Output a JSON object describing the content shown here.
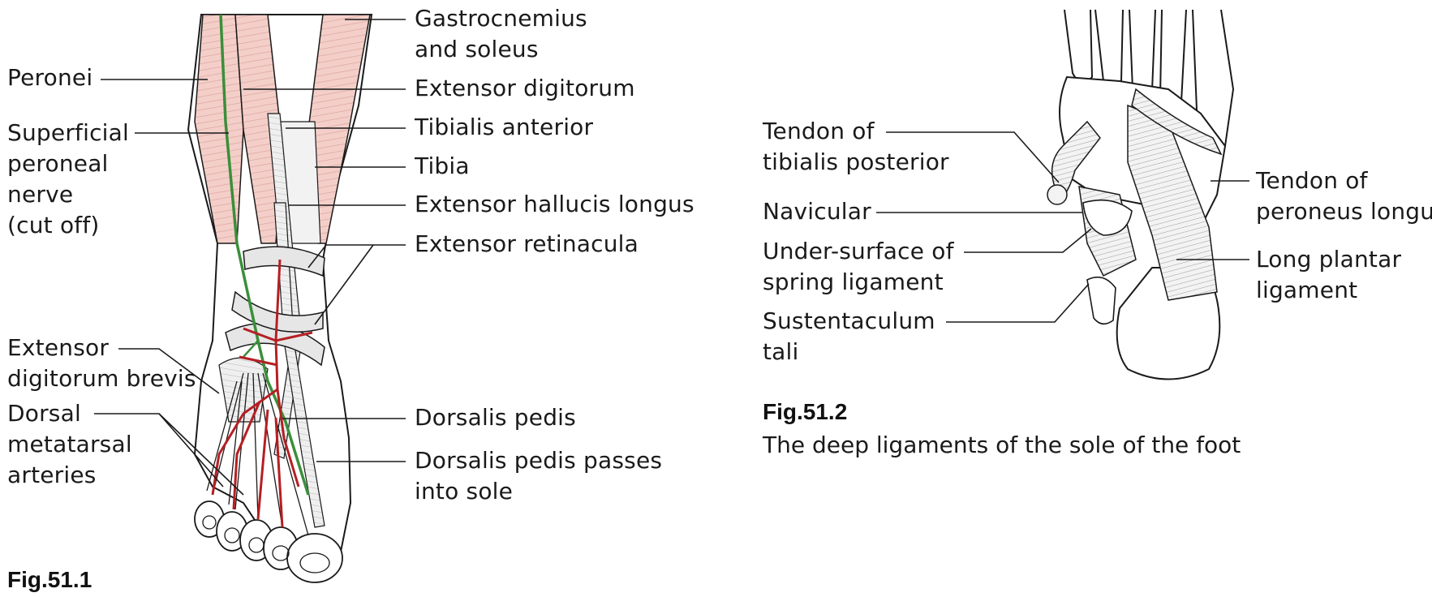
{
  "figure1": {
    "caption_label": "Fig.51.1",
    "labels_left": [
      {
        "key": "peronei",
        "lines": [
          "Peronei"
        ]
      },
      {
        "key": "superficial_peroneal_nerve",
        "lines": [
          "Superficial",
          "peroneal",
          "nerve",
          "(cut off)"
        ]
      },
      {
        "key": "extensor_digitorum_brevis",
        "lines": [
          "Extensor",
          "digitorum brevis"
        ]
      },
      {
        "key": "dorsal_metatarsal_arteries",
        "lines": [
          "Dorsal",
          "metatarsal",
          "arteries"
        ]
      }
    ],
    "labels_right": [
      {
        "key": "gastrocnemius_soleus",
        "lines": [
          "Gastrocnemius",
          "and soleus"
        ]
      },
      {
        "key": "extensor_digitorum",
        "lines": [
          "Extensor digitorum"
        ]
      },
      {
        "key": "tibialis_anterior",
        "lines": [
          "Tibialis anterior"
        ]
      },
      {
        "key": "tibia",
        "lines": [
          "Tibia"
        ]
      },
      {
        "key": "extensor_hallucis_longus",
        "lines": [
          "Extensor hallucis longus"
        ]
      },
      {
        "key": "extensor_retinacula",
        "lines": [
          "Extensor retinacula"
        ]
      },
      {
        "key": "dorsalis_pedis",
        "lines": [
          "Dorsalis pedis"
        ]
      },
      {
        "key": "dorsalis_pedis_sole",
        "lines": [
          "Dorsalis pedis passes",
          "into sole"
        ]
      }
    ]
  },
  "figure2": {
    "caption_label": "Fig.51.2",
    "caption_text": "The deep ligaments of the sole of the foot",
    "labels_left": [
      {
        "key": "tendon_tibialis_posterior",
        "lines": [
          "Tendon of",
          "tibialis posterior"
        ]
      },
      {
        "key": "navicular",
        "lines": [
          "Navicular"
        ]
      },
      {
        "key": "spring_ligament",
        "lines": [
          "Under-surface of",
          "spring ligament"
        ]
      },
      {
        "key": "sustentaculum_tali",
        "lines": [
          "Sustentaculum",
          "tali"
        ]
      }
    ],
    "labels_right": [
      {
        "key": "tendon_peroneus_longus",
        "lines": [
          "Tendon of",
          "peroneus longus"
        ]
      },
      {
        "key": "long_plantar_ligament",
        "lines": [
          "Long plantar",
          "ligament"
        ]
      }
    ]
  },
  "colors": {
    "muscle": "#f4cfc9",
    "muscle_stroke": "#d9a59c",
    "tendon": "#eeeeee",
    "artery": "#b51f24",
    "nerve": "#3a8f3a",
    "outline": "#1a1a1a"
  }
}
